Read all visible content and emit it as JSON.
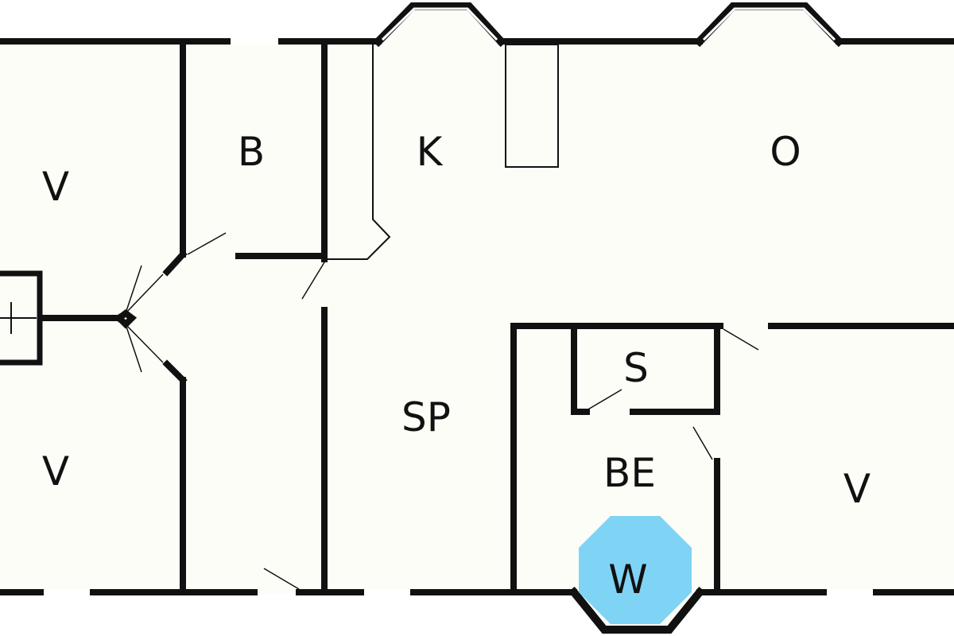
{
  "plan": {
    "colors": {
      "floor": "#fdfdf7",
      "wall": "#111111",
      "highlight": "#7fd4f5"
    },
    "rooms": [
      {
        "id": "bedroom-top-left",
        "label": "V"
      },
      {
        "id": "bathroom",
        "label": "B"
      },
      {
        "id": "kitchen",
        "label": "K"
      },
      {
        "id": "living",
        "label": "O"
      },
      {
        "id": "bedroom-bottom-left",
        "label": "V"
      },
      {
        "id": "dining",
        "label": "SP"
      },
      {
        "id": "storage",
        "label": "S"
      },
      {
        "id": "utility",
        "label": "BE"
      },
      {
        "id": "bedroom-bottom-right",
        "label": "V"
      }
    ],
    "marker": {
      "label": "W"
    }
  }
}
